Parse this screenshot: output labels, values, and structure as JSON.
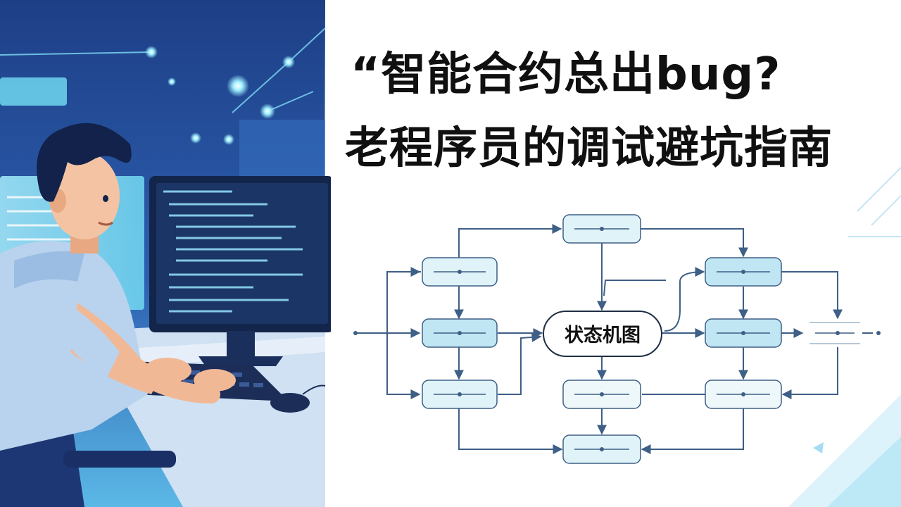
{
  "title": {
    "line1": "“智能合约总出bug?",
    "line2": "老程序员的调试避坑指南"
  },
  "diagram": {
    "center_label": "状态机图"
  },
  "colors": {
    "accent_blue": "#2d6ab8",
    "node_fill": "#dff3f9",
    "node_fill_dark": "#bfe6f2",
    "edge": "#3e5f86",
    "title_text": "#101010"
  },
  "icons": [
    "person-illustration",
    "monitor-icon",
    "keyboard-icon",
    "mouse-icon",
    "chair-icon"
  ]
}
